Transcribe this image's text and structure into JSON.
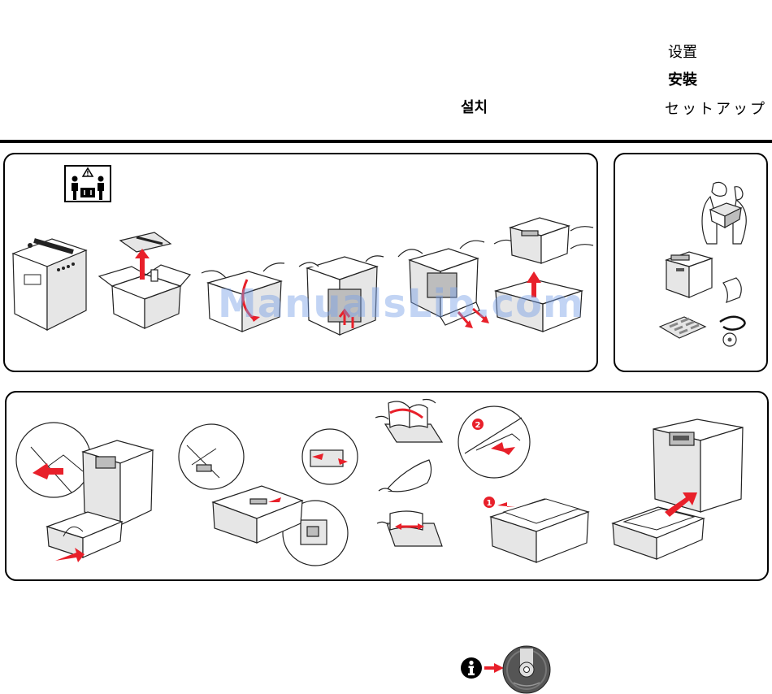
{
  "headings": {
    "zh_simplified": "设置",
    "zh_traditional": "安裝",
    "korean": "설치",
    "japanese": "セットアップ"
  },
  "watermark": "ManualsLib.com",
  "icons": {
    "two_person_lift": "two-person-lift-warning-icon",
    "info": "info-icon",
    "cd": "cd-disc-icon"
  },
  "colors": {
    "accent": "#e8202a",
    "border": "#000000",
    "watermark": "#78a0e6"
  }
}
